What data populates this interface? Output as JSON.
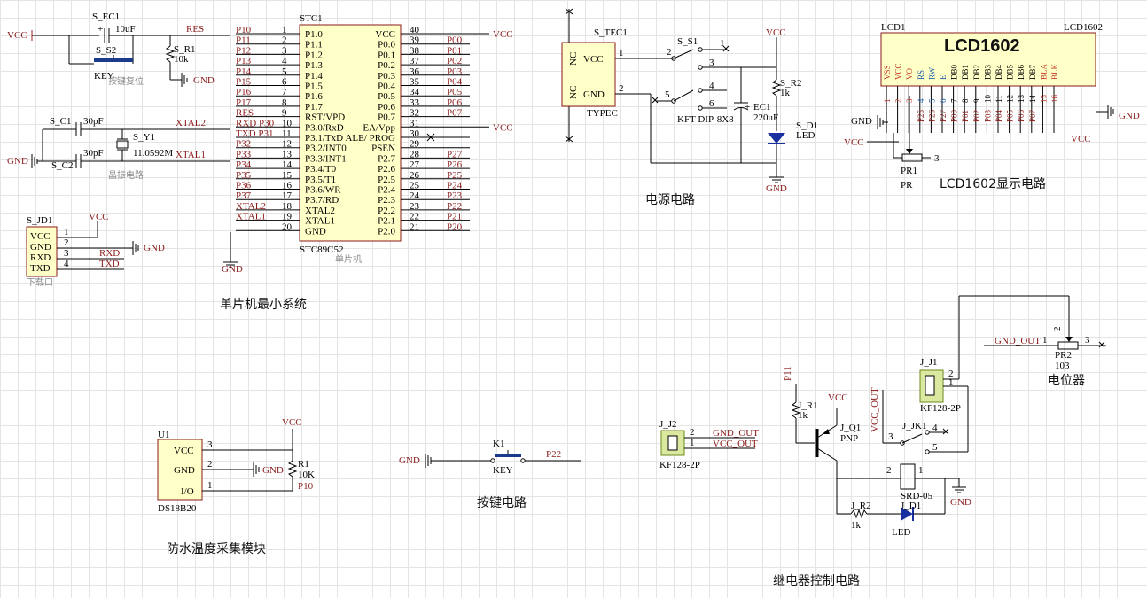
{
  "captions": {
    "mcu": "单片机最小系统",
    "power": "电源电路",
    "lcd": "LCD1602显示电路",
    "temp": "防水温度采集模块",
    "key": "按键电路",
    "relay": "继电器控制电路",
    "pot": "电位器"
  },
  "nets": {
    "vcc": "VCC",
    "gnd": "GND",
    "res": "RES",
    "xtal1": "XTAL1",
    "xtal2": "XTAL2",
    "rxd": "RXD",
    "txd": "TXD",
    "p10": "P10",
    "p11": "P11",
    "p22": "P22",
    "gnd_out": "GND_OUT",
    "vcc_out": "VCC_OUT"
  },
  "reset": {
    "cap_ref": "S_EC1",
    "cap_val": "10uF",
    "sw_ref": "S_S2",
    "sw_val": "KEY",
    "res_ref": "S_R1",
    "res_val": "10k",
    "note": "按键复位"
  },
  "crystal": {
    "c1_ref": "S_C1",
    "c1_val": "30pF",
    "c2_ref": "S_C2",
    "c2_val": "30pF",
    "y_ref": "S_Y1",
    "y_val": "11.0592M",
    "note": "晶振电路"
  },
  "download": {
    "ref": "S_JD1",
    "note": "下载口",
    "pins": [
      "VCC",
      "GND",
      "RXD",
      "TXD"
    ],
    "nums": [
      "1",
      "2",
      "3",
      "4"
    ]
  },
  "mcu": {
    "ref": "STC1",
    "part": "STC89C52",
    "note": "单片机",
    "left_pins": [
      "P1.0",
      "P1.1",
      "P1.2",
      "P1.3",
      "P1.4",
      "P1.5",
      "P1.6",
      "P1.7",
      "RST/VPD",
      "P3.0/RxD",
      "P3.1/TxD",
      "P3.2/INT0",
      "P3.3/INT1",
      "P3.4/T0",
      "P3.5/T1",
      "P3.6/WR",
      "P3.7/RD",
      "XTAL2",
      "XTAL1",
      "GND"
    ],
    "left_nums": [
      "1",
      "2",
      "3",
      "4",
      "5",
      "6",
      "7",
      "8",
      "9",
      "10",
      "11",
      "12",
      "13",
      "14",
      "15",
      "16",
      "17",
      "18",
      "19",
      "20"
    ],
    "left_nets": [
      "P10",
      "P11",
      "P12",
      "P13",
      "P14",
      "P15",
      "P16",
      "P17",
      "RES",
      "RXD P30",
      "TXD P31",
      "P32",
      "P33",
      "P34",
      "P35",
      "P36",
      "P37",
      "XTAL2",
      "XTAL1",
      ""
    ],
    "right_pins": [
      "VCC",
      "P0.0",
      "P0.1",
      "P0.2",
      "P0.3",
      "P0.4",
      "P0.5",
      "P0.6",
      "P0.7",
      "EA/Vpp",
      "ALE/ PROG",
      "PSEN",
      "P2.7",
      "P2.6",
      "P2.5",
      "P2.4",
      "P2.3",
      "P2.2",
      "P2.1",
      "P2.0"
    ],
    "right_nums": [
      "40",
      "39",
      "38",
      "37",
      "36",
      "35",
      "34",
      "33",
      "32",
      "31",
      "30",
      "29",
      "28",
      "27",
      "26",
      "25",
      "24",
      "23",
      "22",
      "21"
    ],
    "right_nets": [
      "VCC",
      "P00",
      "P01",
      "P02",
      "P03",
      "P04",
      "P05",
      "P06",
      "P07",
      "VCC",
      "",
      "",
      "P27",
      "P26",
      "P25",
      "P24",
      "P23",
      "P22",
      "P21",
      "P20"
    ]
  },
  "power": {
    "jack_ref": "S_TEC1",
    "jack_part": "TYPEC",
    "jack_pins": [
      "NC",
      "VCC",
      "NC",
      "GND"
    ],
    "sw_ref": "S_S1",
    "sw_part": "KFT DIP-8X8",
    "sw_nums": [
      "1",
      "2",
      "3",
      "4",
      "5",
      "6"
    ],
    "cap_ref": "EC1",
    "cap_val": "220uF",
    "res_ref": "S_R2",
    "res_val": "1k",
    "led_ref": "S_D1",
    "led_val": "LED"
  },
  "lcd": {
    "ref": "LCD1",
    "part": "LCD1602",
    "title": "LCD1602",
    "pins": [
      "VSS",
      "VCC",
      "VO",
      "RS",
      "RW",
      "E",
      "DB0",
      "DB1",
      "DB2",
      "DB3",
      "DB4",
      "DB5",
      "DB6",
      "DB7",
      "BLA",
      "BLK"
    ],
    "nums": [
      "1",
      "2",
      "3",
      "4",
      "5",
      "6",
      "7",
      "8",
      "9",
      "10",
      "11",
      "12",
      "13",
      "14",
      "15",
      "16"
    ],
    "nets": [
      "",
      "",
      "",
      "P25",
      "P26",
      "P27",
      "P00",
      "P01",
      "P02",
      "P03",
      "P04",
      "P05",
      "P06",
      "P07",
      "",
      ""
    ],
    "pr_ref": "PR1",
    "pr_val": "PR"
  },
  "temp": {
    "ref": "U1",
    "part": "DS18B20",
    "pins": [
      "VCC",
      "GND",
      "I/O"
    ],
    "nums": [
      "3",
      "2",
      "1"
    ],
    "res_ref": "R1",
    "res_val": "10K"
  },
  "key": {
    "ref": "K1",
    "val": "KEY"
  },
  "jack2": {
    "ref": "J_J2",
    "part": "KF128-2P",
    "nums": [
      "2",
      "1"
    ]
  },
  "relay": {
    "r1_ref": "J_R1",
    "r1_val": "1k",
    "q_ref": "J_Q1",
    "q_val": "PNP",
    "k_ref": "J_JK1",
    "k_val": "SRD-05",
    "r2_ref": "J_R2",
    "r2_val": "1k",
    "led_ref": "J_D1",
    "led_val": "LED",
    "j1_ref": "J_J1",
    "j1_part": "KF128-2P",
    "nums": [
      "1",
      "2",
      "3",
      "4",
      "5",
      "1",
      "2"
    ]
  },
  "pot": {
    "ref": "PR2",
    "val": "103",
    "nums": [
      "1",
      "2",
      "3"
    ]
  }
}
